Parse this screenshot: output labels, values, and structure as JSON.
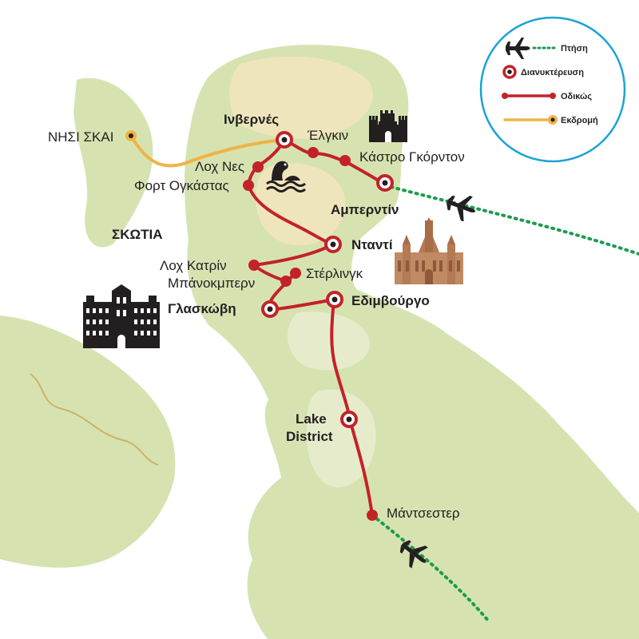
{
  "colors": {
    "sea": "#ffffff",
    "land": "#d6e3b1",
    "land_light": "#e6eccb",
    "highland": "#efe5bc",
    "border": "#d1b06a",
    "road": "#c32229",
    "excursion": "#f0b347",
    "flight": "#1e9b4f",
    "legend_ring": "#1ba3d6"
  },
  "legend": {
    "flight": "Πτήση",
    "overnight": "Διανυκτέρευση",
    "road": "Οδικώς",
    "excursion": "Εκδρομή"
  },
  "labels": {
    "region": "ΣΚΩΤΙΑ",
    "skye": "ΝΗΣΙ ΣΚΑΙ",
    "inverness": "Ινβερνές",
    "elgin": "Έλγκιν",
    "gordon_castle": "Κάστρο Γκόρντον",
    "loch_ness": "Λοχ Νες",
    "fort_augustus": "Φορτ Ογκάστας",
    "aberdeen": "Αμπερντίν",
    "dundee": "Νταντί",
    "loch_katrine": "Λοχ Κατρίν",
    "stirling": "Στέρλινγκ",
    "bannockburn": "Μπάνοκμπερν",
    "glasgow": "Γλασκώβη",
    "edinburgh": "Εδιμβούργο",
    "lake_district_1": "Lake",
    "lake_district_2": "District",
    "manchester": "Μάντσεστερ"
  },
  "icons": [
    "airplane-icon",
    "castle-icon",
    "loch-ness-monster-icon",
    "cathedral-icon",
    "palace-icon"
  ]
}
